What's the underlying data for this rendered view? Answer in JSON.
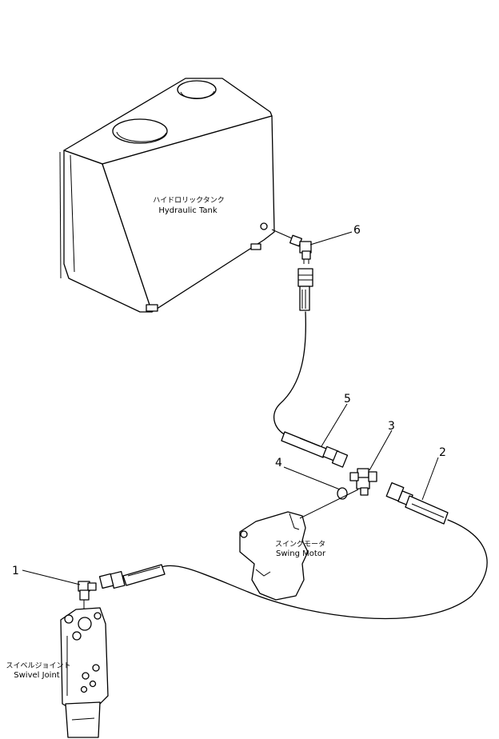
{
  "labels": {
    "hydraulic_tank_jp": "ハイドロリックタンク",
    "hydraulic_tank_en": "Hydraulic Tank",
    "swing_motor_jp": "スイングモータ",
    "swing_motor_en": "Swing Motor",
    "swivel_joint_jp": "スイベルジョイント",
    "swivel_joint_en": "Swivel Joint"
  },
  "callouts": [
    "1",
    "2",
    "3",
    "4",
    "5",
    "6"
  ]
}
